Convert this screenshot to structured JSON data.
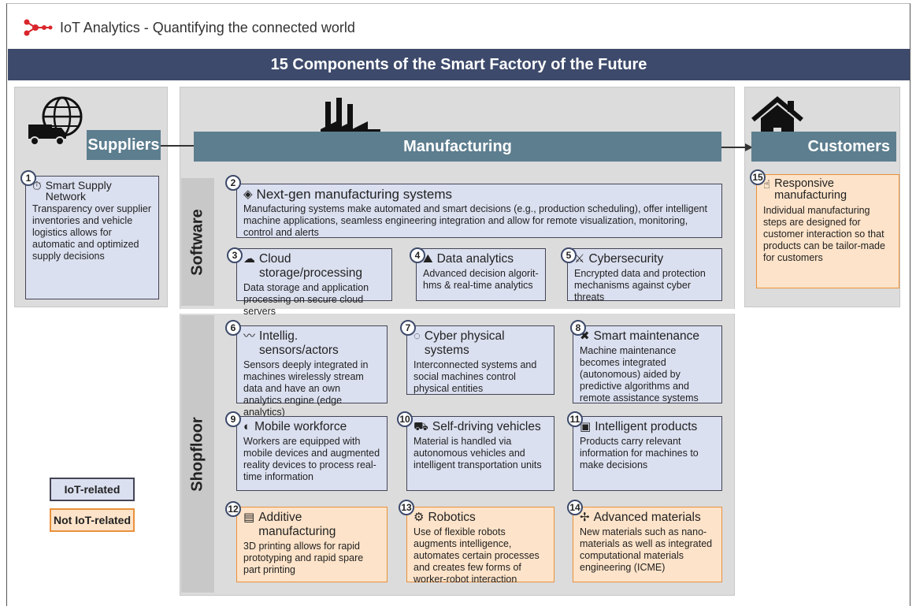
{
  "header": {
    "brand": "IoT Analytics - Quantifying the connected world",
    "title": "15 Components of the Smart Factory of the Future"
  },
  "sections": {
    "suppliers": "Suppliers",
    "manufacturing": "Manufacturing",
    "customers": "Customers",
    "software": "Software",
    "shopfloor": "Shopfloor"
  },
  "components": [
    {
      "num": "1",
      "title": "Smart Supply Network",
      "desc": "Transparency over supplier inventories and vehicle logistics allows for automatic and optimized supply decisions"
    },
    {
      "num": "2",
      "title": "Next-gen manufacturing systems",
      "desc": "Manufacturing systems make automated and smart decisions (e.g., production scheduling), offer intelligent machine applications, seamless engineering integration and allow for remote visualization, monitoring, control and alerts"
    },
    {
      "num": "3",
      "title": "Cloud storage/processing",
      "desc": "Data storage and application processing on secure cloud servers"
    },
    {
      "num": "4",
      "title": "Data analytics",
      "desc": "Advanced decision algorit-hms & real-time analytics"
    },
    {
      "num": "5",
      "title": "Cybersecurity",
      "desc": "Encrypted data and protection mechanisms against cyber threats"
    },
    {
      "num": "6",
      "title": "Intellig. sensors/actors",
      "desc": "Sensors deeply integrated in machines wirelessly stream data and have an own analytics engine (edge analytics)"
    },
    {
      "num": "7",
      "title": "Cyber physical systems",
      "desc": "Interconnected systems and social machines control physical entities"
    },
    {
      "num": "8",
      "title": "Smart maintenance",
      "desc": "Machine maintenance becomes integrated (autonomous) aided by predictive algorithms and remote assistance systems"
    },
    {
      "num": "9",
      "title": "Mobile workforce",
      "desc": "Workers are equipped with mobile devices and augmented reality devices to process real-time information"
    },
    {
      "num": "10",
      "title": "Self-driving vehicles",
      "desc": "Material is handled via autonomous vehicles and intelligent transportation units"
    },
    {
      "num": "11",
      "title": "Intelligent products",
      "desc": "Products carry relevant information for machines to make decisions"
    },
    {
      "num": "12",
      "title": "Additive manufacturing",
      "desc": "3D printing allows for rapid prototyping and rapid spare part printing"
    },
    {
      "num": "13",
      "title": "Robotics",
      "desc": "Use of flexible robots augments intelligence, automates certain processes and creates few forms of worker-robot interaction"
    },
    {
      "num": "14",
      "title": "Advanced materials",
      "desc": "New materials such as nano-materials as well as integrated computational materials engineering (ICME)"
    },
    {
      "num": "15",
      "title": "Responsive manufacturing",
      "desc": "Individual manufacturing steps are designed for customer interaction so that products can be tailor-made for customers"
    }
  ],
  "legend": {
    "iot": "IoT-related",
    "not_iot": "Not IoT-related"
  },
  "colors": {
    "iot_fill": "#dbe0f0",
    "not_iot_fill": "#fde3c9",
    "bar": "#5d7e8f",
    "title_bar": "#3d4a6b"
  }
}
